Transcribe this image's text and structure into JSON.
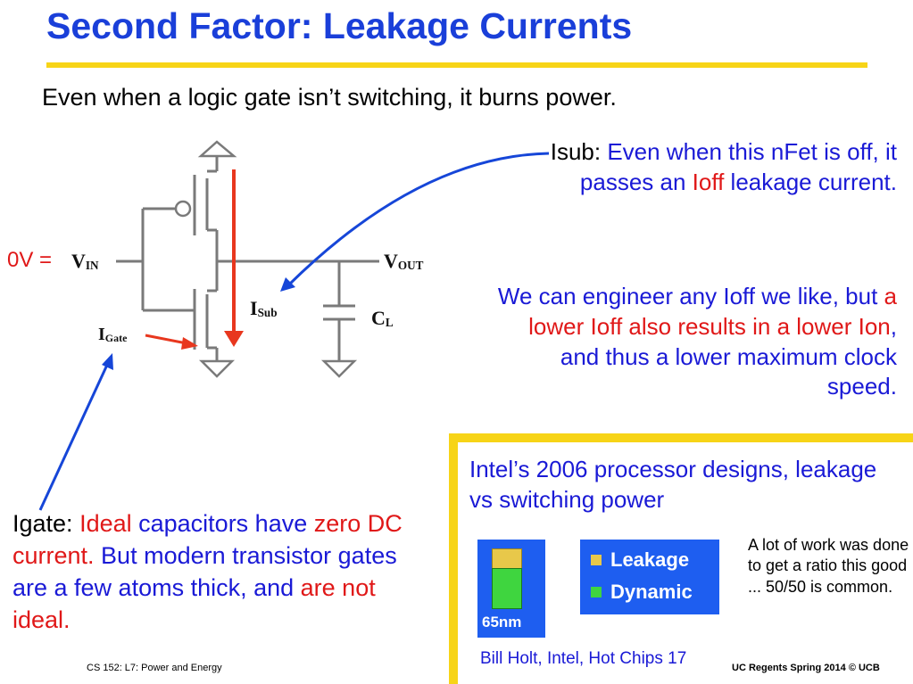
{
  "slide": {
    "title": "Second Factor: Leakage Currents",
    "intro": "Even when a logic gate isn’t switching, it burns power."
  },
  "circuit": {
    "vin_main": "V",
    "vin_sub": "IN",
    "vout_main": "V",
    "vout_sub": "OUT",
    "isub_main": "I",
    "isub_sub": "Sub",
    "igate_main": "I",
    "igate_sub": "Gate",
    "cl_main": "C",
    "cl_sub": "L",
    "input_value": "0V =",
    "colors": {
      "wire": "#7a7a7a",
      "arrow_red": "#e8371e",
      "arrow_blue": "#1646d8"
    }
  },
  "isub_note": {
    "label": "Isub: ",
    "text1": "Even when this nFet is off, it passes an ",
    "ioff": "Ioff",
    "text2": " leakage current."
  },
  "engineer_note": {
    "text1": "We can engineer any Ioff we like, but ",
    "red": "a lower Ioff also results in a lower Ion",
    "text2": ", and thus a lower maximum clock speed."
  },
  "igate_note": {
    "label": "Igate: ",
    "ideal": "Ideal",
    "text1": " capacitors have ",
    "zero_dc": "zero DC current.",
    "text2": "  But modern transistor gates are a few atoms thick, and ",
    "are_not_ideal": "are not ideal."
  },
  "intel": {
    "caption": "Intel’s 2006 processor designs, leakage vs switching power",
    "node_label": "65nm",
    "legend_leakage": "Leakage",
    "legend_dynamic": "Dynamic",
    "colors": {
      "leakage": "#e8c84a",
      "dynamic": "#3fd53f",
      "panel": "#1e5ef0"
    }
  },
  "work_note": "A lot of work was done to get a ratio this good ... 50/50 is common.",
  "credit": "Bill Holt, Intel, Hot Chips 17",
  "footer": {
    "left": "CS 152:  L7: Power and Energy",
    "right": "UC Regents Spring 2014 © UCB"
  }
}
